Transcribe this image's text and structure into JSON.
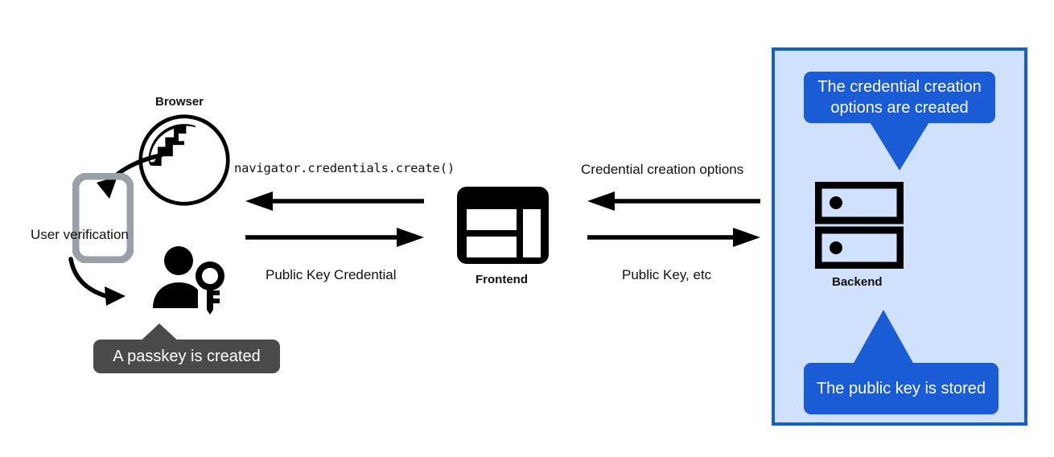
{
  "diagram": {
    "title_hidden": "",
    "nodes": {
      "browser": {
        "label": "Browser",
        "icon": "globe-icon"
      },
      "device": {
        "label": "User verification",
        "icon": "mobile-phone-icon"
      },
      "user": {
        "label": "",
        "icon": "person-with-key-icon"
      },
      "frontend": {
        "label": "Frontend",
        "icon": "webpage-layout-icon"
      },
      "backend": {
        "label": "Backend",
        "icon": "server-rack-icon"
      }
    },
    "flows": {
      "browser_frontend": {
        "top_label": "navigator.credentials.create()",
        "bottom_label": "Public Key Credential",
        "top_direction": "left",
        "bottom_direction": "right"
      },
      "frontend_backend": {
        "top_label": "Credential creation options",
        "bottom_label": "Public Key, etc",
        "top_direction": "left",
        "bottom_direction": "right"
      }
    },
    "callouts": {
      "passkey_created": {
        "text": "A passkey is created",
        "style": "dark",
        "pointer": "up"
      },
      "options_created": {
        "text": "The credential creation options are created",
        "style": "blue",
        "pointer": "down"
      },
      "key_stored": {
        "text": "The public key is stored",
        "style": "blue",
        "pointer": "up"
      }
    },
    "colors": {
      "panel_fill": "#cfe1fc",
      "panel_border": "#1a5ccc",
      "callout_blue": "#1a5cd6",
      "callout_dark": "#4a4a4a",
      "device_gray": "#9aa0a6",
      "ink": "#111111",
      "background": "#ffffff"
    }
  }
}
